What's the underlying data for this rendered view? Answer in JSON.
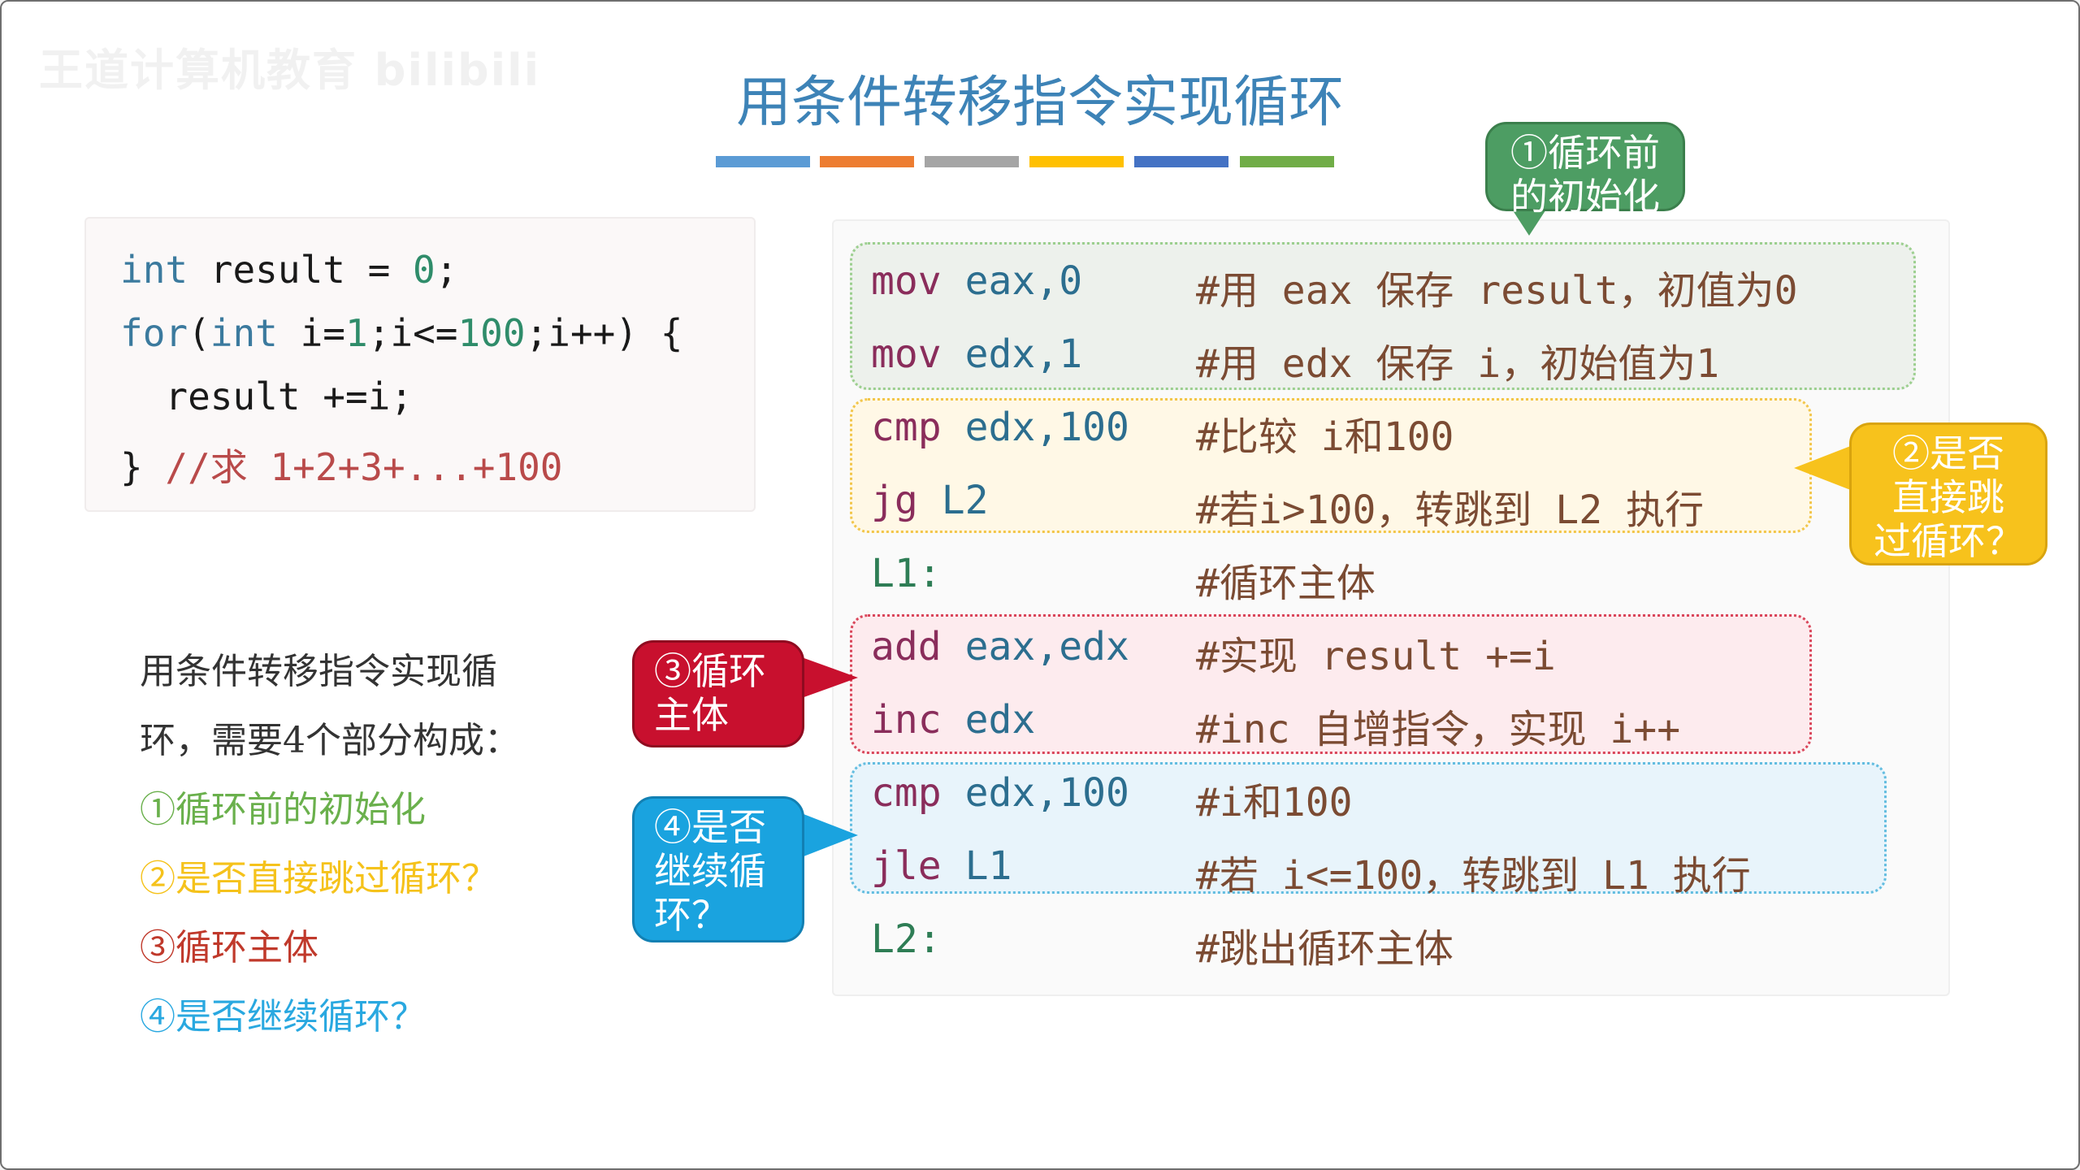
{
  "watermark": "王道计算机教育 bilibili",
  "title": "用条件转移指令实现循环",
  "palette": [
    "#5b9bd5",
    "#ed7d31",
    "#a5a5a5",
    "#ffc000",
    "#4472c4",
    "#70ad47"
  ],
  "c_code": {
    "line1": {
      "kw": "int",
      "rest": " result = ",
      "num": "0",
      "end": ";"
    },
    "line2": {
      "kw1": "for",
      "p1": "(",
      "kw2": "int",
      "rest": " i=",
      "n1": "1",
      "mid": ";i<=",
      "n2": "100",
      "tail": ";i++) {"
    },
    "line3": "  result +=i;",
    "line4": {
      "brace": "} ",
      "comment": "//求 1+2+3+...+100"
    }
  },
  "asm": [
    {
      "op": "mov",
      "args": " eax,0",
      "comment": "#用 eax 保存 result，初值为0"
    },
    {
      "op": "mov",
      "args": " edx,1",
      "comment": "#用 edx 保存 i，初始值为1"
    },
    {
      "op": "cmp",
      "args": " edx,100",
      "comment": "#比较 i和100"
    },
    {
      "op": "jg",
      "args": " L2",
      "comment": "#若i>100，转跳到 L2 执行"
    },
    {
      "op": "L1:",
      "args": "",
      "comment": "#循环主体"
    },
    {
      "op": "add",
      "args": " eax,edx",
      "comment": "#实现 result +=i"
    },
    {
      "op": "inc",
      "args": " edx",
      "comment": "#inc 自增指令，实现 i++"
    },
    {
      "op": "cmp",
      "args": " edx,100",
      "comment": "#i和100"
    },
    {
      "op": "jle",
      "args": " L1",
      "comment": "#若 i<=100，转跳到 L1 执行"
    },
    {
      "op": "L2:",
      "args": "",
      "comment": "#跳出循环主体"
    }
  ],
  "callouts": {
    "c1": {
      "line1": "①循环前",
      "line2": "的初始化",
      "color": "#4d9d63"
    },
    "c2": {
      "line1": "②是否",
      "line2": "直接跳",
      "line3": "过循环？",
      "color": "#f7c21c"
    },
    "c3": {
      "line1": "③循环",
      "line2": "主体",
      "color": "#c8102e"
    },
    "c4": {
      "line1": "④是否",
      "line2": "继续循",
      "line3": "环？",
      "color": "#1aa3df"
    }
  },
  "description": {
    "intro1": "用条件转移指令实现循",
    "intro2": "环，需要4个部分构成：",
    "items": [
      {
        "text": "①循环前的初始化",
        "color": "#6ab04c"
      },
      {
        "text": "②是否直接跳过循环？",
        "color": "#f5c21b"
      },
      {
        "text": "③循环主体",
        "color": "#c0392b"
      },
      {
        "text": "④是否继续循环？",
        "color": "#29a8e0"
      }
    ]
  }
}
